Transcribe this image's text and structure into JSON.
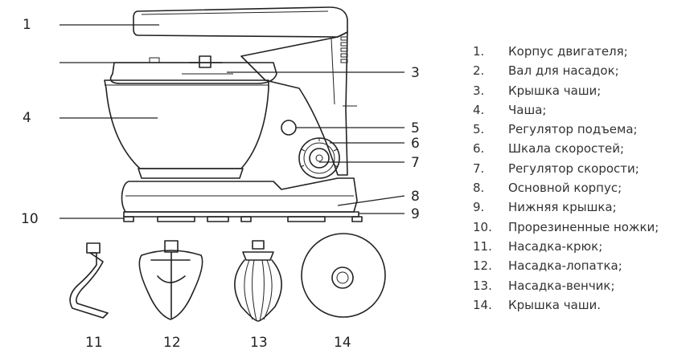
{
  "callouts": {
    "c1": "1",
    "c2": "",
    "c3": "3",
    "c4": "4",
    "c5": "5",
    "c6": "6",
    "c7": "7",
    "c8": "8",
    "c9": "9",
    "c10": "10",
    "c11": "11",
    "c12": "12",
    "c13": "13",
    "c14": "14"
  },
  "legend": [
    {
      "num": "1.",
      "text": "Корпус двигателя;"
    },
    {
      "num": "2.",
      "text": "Вал для насадок;"
    },
    {
      "num": "3.",
      "text": "Крышка чаши;"
    },
    {
      "num": "4.",
      "text": "Чаша;"
    },
    {
      "num": "5.",
      "text": "Регулятор подъема;"
    },
    {
      "num": "6.",
      "text": "Шкала скоростей;"
    },
    {
      "num": "7.",
      "text": "Регулятор скорости;"
    },
    {
      "num": "8.",
      "text": "Основной корпус;"
    },
    {
      "num": "9.",
      "text": "Нижняя крышка;"
    },
    {
      "num": "10.",
      "text": "Прорезиненные ножки;"
    },
    {
      "num": "11.",
      "text": "Насадка-крюк;"
    },
    {
      "num": "12.",
      "text": "Насадка-лопатка;"
    },
    {
      "num": "13.",
      "text": "Насадка-венчик;"
    },
    {
      "num": "14.",
      "text": "Крышка чаши."
    }
  ]
}
